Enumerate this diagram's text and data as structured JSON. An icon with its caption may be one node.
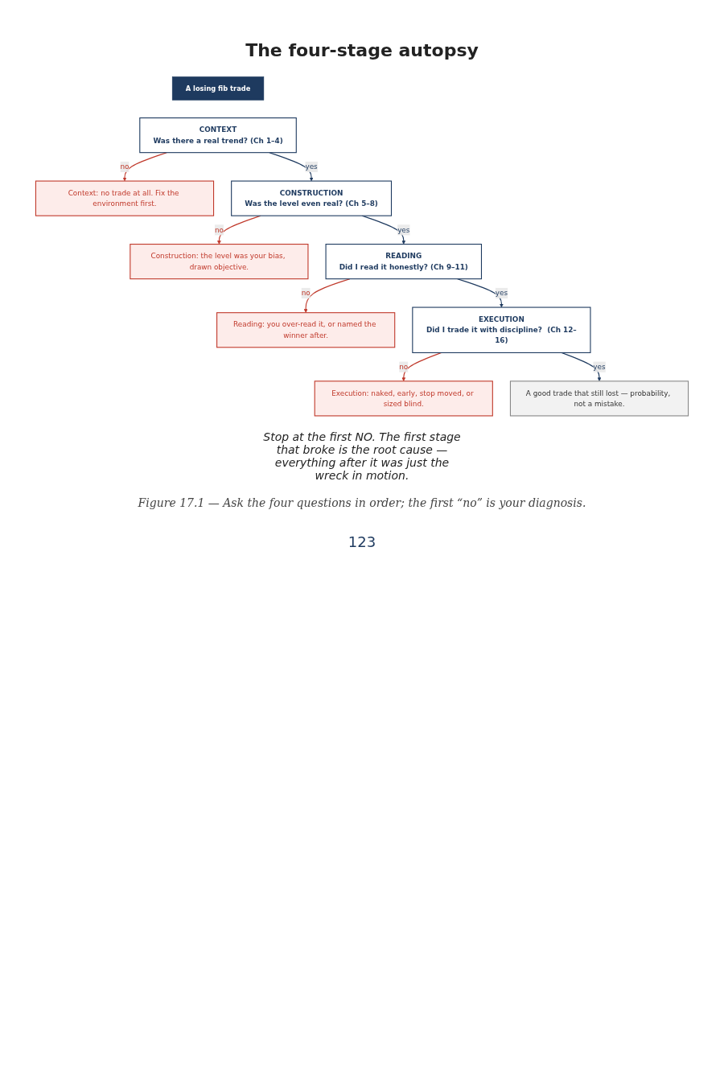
{
  "diagram": {
    "title": "The four-stage autopsy",
    "caption": "Figure 17.1 — Ask the four questions in order; the first “no” is your diagnosis.",
    "nodes": [
      {
        "text": [
          "A losing fib trade"
        ]
      },
      {
        "text": [
          "CONTEXT",
          "Was there a real trend?  (Ch 1–4)"
        ]
      },
      {
        "text": [
          "Context: no trade at all. Fix the environment first."
        ]
      },
      {
        "text": [
          "CONSTRUCTION",
          "Was the level even real?  (Ch 5–8)"
        ]
      },
      {
        "text": [
          "Construction: the level was your bias, drawn objective."
        ]
      },
      {
        "text": [
          "READING",
          "Did I read it honestly?  (Ch 9–11)"
        ]
      },
      {
        "text": [
          "Reading: you over-read it, or named the winner after."
        ]
      },
      {
        "text": [
          "EXECUTION",
          "Did I trade it with discipline?  (Ch 12–16)"
        ]
      },
      {
        "text": [
          "Execution: naked, early, stop moved, or sized blind."
        ]
      },
      {
        "text": [
          "A good trade that still lost — probability, not a mistake."
        ]
      }
    ],
    "edges": [
      {
        "from": 1,
        "to": 2,
        "arrow": "to",
        "label": "no",
        "color": "#c0392b"
      },
      {
        "from": 1,
        "to": 3,
        "arrow": "to",
        "label": "yes",
        "color": "#1e3a5f"
      },
      {
        "from": 3,
        "to": 4,
        "arrow": "to",
        "label": "no",
        "color": "#c0392b"
      },
      {
        "from": 3,
        "to": 5,
        "arrow": "to",
        "label": "yes",
        "color": "#1e3a5f"
      },
      {
        "from": 5,
        "to": 6,
        "arrow": "to",
        "label": "no",
        "color": "#c0392b"
      },
      {
        "from": 5,
        "to": 7,
        "arrow": "to",
        "label": "yes",
        "color": "#1e3a5f"
      },
      {
        "from": 7,
        "to": 8,
        "arrow": "to",
        "label": "no",
        "color": "#c0392b"
      },
      {
        "from": 7,
        "to": 9,
        "arrow": "to",
        "label": "yes",
        "color": "#1e3a5f"
      }
    ],
    "labels": [
      "Stop at the first NO. The first stage that broke is the root cause — everything after it was just the wreck in motion.",
      "123"
    ]
  }
}
